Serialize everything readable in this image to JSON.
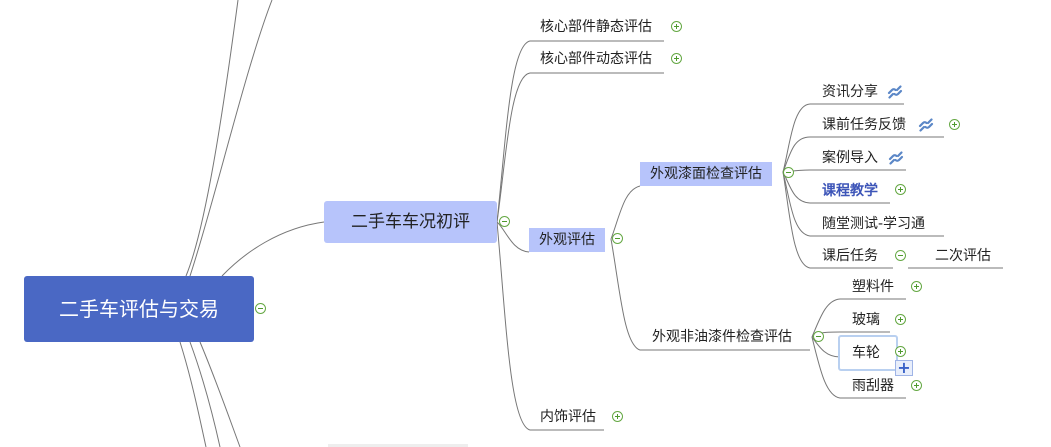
{
  "mindmap": {
    "root": {
      "label": "二手车评估与交易"
    },
    "main": {
      "label": "二手车车况初评"
    },
    "branches": {
      "static_eval": "核心部件静态评估",
      "dynamic_eval": "核心部件动态评估",
      "exterior_eval": "外观评估",
      "interior_eval": "内饰评估"
    },
    "paint_check": {
      "label": "外观漆面检查评估",
      "items": {
        "info_share": "资讯分享",
        "pre_feedback": "课前任务反馈",
        "case_intro": "案例导入",
        "teaching": "课程教学",
        "quiz": "随堂测试-学习通",
        "post_task": "课后任务",
        "second_eval": "二次评估"
      }
    },
    "non_paint_check": {
      "label": "外观非油漆件检查评估",
      "items": {
        "plastic": "塑料件",
        "glass": "玻璃",
        "wheel": "车轮",
        "wiper": "雨刮器"
      }
    }
  },
  "colors": {
    "root_fill": "#4a68c4",
    "topic_fill": "#b7c4fb",
    "link_line": "#777777",
    "toggle_green": "#65a844",
    "bold_text": "#3d55b8"
  },
  "icons": {
    "expand": "plus-circle-icon",
    "collapse": "minus-circle-icon",
    "hyperlink": "link-icon",
    "add": "plus-icon"
  }
}
